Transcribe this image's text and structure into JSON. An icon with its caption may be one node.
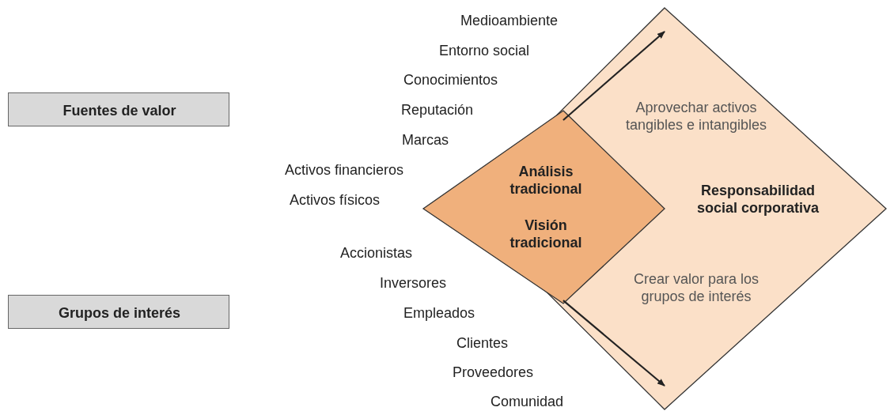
{
  "diagram": {
    "nodes": [
      {
        "text": [
          "Aprovechar activos tangibles e intangibles",
          "Responsabilidad social corporativa",
          "Crear valor para los grupos de interés"
        ]
      },
      {
        "text": [
          "Fuentes de valor"
        ]
      },
      {
        "text": [
          "Análisis tradicional",
          "Visión tradicional"
        ]
      },
      {
        "text": [
          "Grupos de interés"
        ]
      }
    ],
    "edges": [
      {
        "from": 2,
        "to": 0,
        "arrow": "to"
      },
      {
        "from": 2,
        "to": 0,
        "arrow": "to"
      }
    ],
    "labels": [
      "Medioambiente",
      "Entorno social",
      "Conocimientos",
      "Reputación",
      "Marcas",
      "Activos financieros",
      "Activos físicos",
      "Accionistas",
      "Inversores",
      "Empleados",
      "Clientes",
      "Proveedores",
      "Comunidad"
    ]
  }
}
